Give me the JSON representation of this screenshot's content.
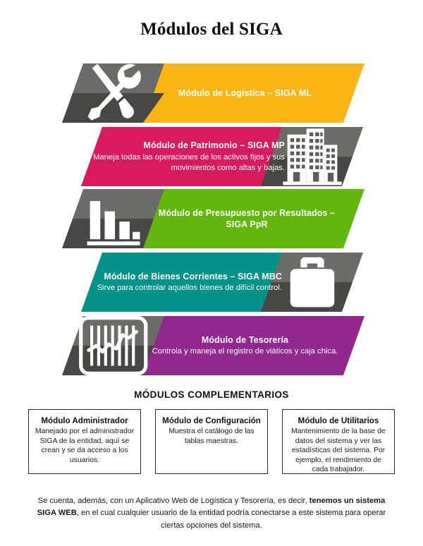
{
  "page": {
    "title": "Módulos del SIGA"
  },
  "colors": {
    "yellow": "#FBB615",
    "pink": "#D81B5E",
    "green": "#62B60C",
    "teal": "#039287",
    "purple": "#92278F",
    "gray_light": "#6B6B67",
    "gray_dark": "#474743",
    "text_white": "#FFFFFF",
    "text_dark": "#111111"
  },
  "banners": [
    {
      "side": "left-icon",
      "color_key": "yellow",
      "icon": "wrench-screwdriver-icon",
      "title": "Módulo de Logística – SIGA ML",
      "desc": ""
    },
    {
      "side": "right-icon",
      "color_key": "pink",
      "icon": "buildings-icon",
      "title": "Módulo de Patrimonio – SIGA MP",
      "desc": "Maneja todas las operaciones de los activos fijos y sus movimientos como altas y bajas."
    },
    {
      "side": "left-icon",
      "color_key": "green",
      "icon": "bar-chart-icon",
      "title": "Módulo de Presupuesto por Resultados – SIGA PpR",
      "desc": ""
    },
    {
      "side": "right-icon",
      "color_key": "teal",
      "icon": "briefcase-icon",
      "title": "Módulo de Bienes Corrientes – SIGA MBC",
      "desc": "Sirve para controlar aquellos bienes de difícil control."
    },
    {
      "side": "left-icon",
      "color_key": "purple",
      "icon": "line-chart-panel-icon",
      "title": "Módulo de Tesorería",
      "desc": "Controla y maneja el registro de viáticos y caja chica."
    }
  ],
  "complementary": {
    "heading": "MÓDULOS COMPLEMENTARIOS",
    "cards": [
      {
        "title": "Módulo Administrador",
        "desc": "Manejado por el administrador SIGA de la entidad, aquí se crean y se da acceso a los usuarios."
      },
      {
        "title": "Módulo de Configuración",
        "desc": "Muestra el catálogo de las tablas maestras."
      },
      {
        "title": "Módulo de Utilitarios",
        "desc": "Mantenimiento de la base de datos del sistema y ver las estadísticas del sistema. Por ejemplo, el rendimiento de cada trabajador."
      }
    ]
  },
  "footer": {
    "part1": "Se cuenta, además, con un Aplicativo Web de Logística y Tesorería, es decir, ",
    "bold": "tenemos un sistema SIGA WEB",
    "part2": ", en el cual cualquier usuario de la entidad podría conectarse a este sistema para operar ciertas opciones del sistema."
  }
}
